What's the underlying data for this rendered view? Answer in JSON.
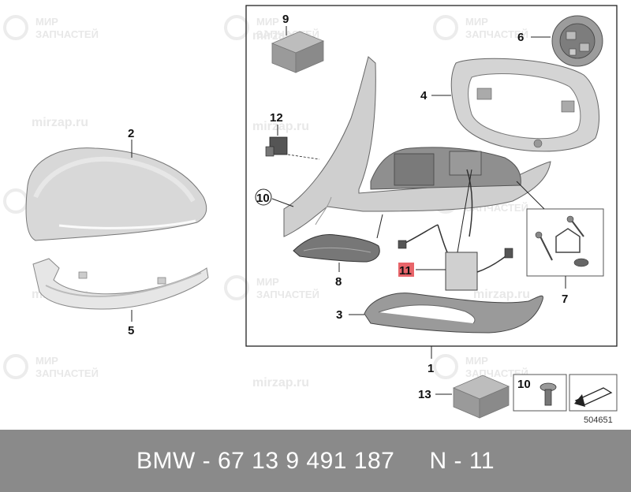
{
  "watermark": {
    "line1": "МИР",
    "line2": "ЗАПЧАСТЕЙ",
    "url": "mirzap.ru"
  },
  "callouts": {
    "c1": "1",
    "c2": "2",
    "c3": "3",
    "c4": "4",
    "c5": "5",
    "c6": "6",
    "c7": "7",
    "c8": "8",
    "c9": "9",
    "c10": "10",
    "c11": "11",
    "c12": "12",
    "c13": "13",
    "c10_legend": "10"
  },
  "diagram_id": "504651",
  "footer": {
    "part_number": "BMW - 67 13 9 491 187",
    "position": "N - 11"
  },
  "colors": {
    "highlight": "#e8656a",
    "footer_bg": "#8a8a8a"
  }
}
